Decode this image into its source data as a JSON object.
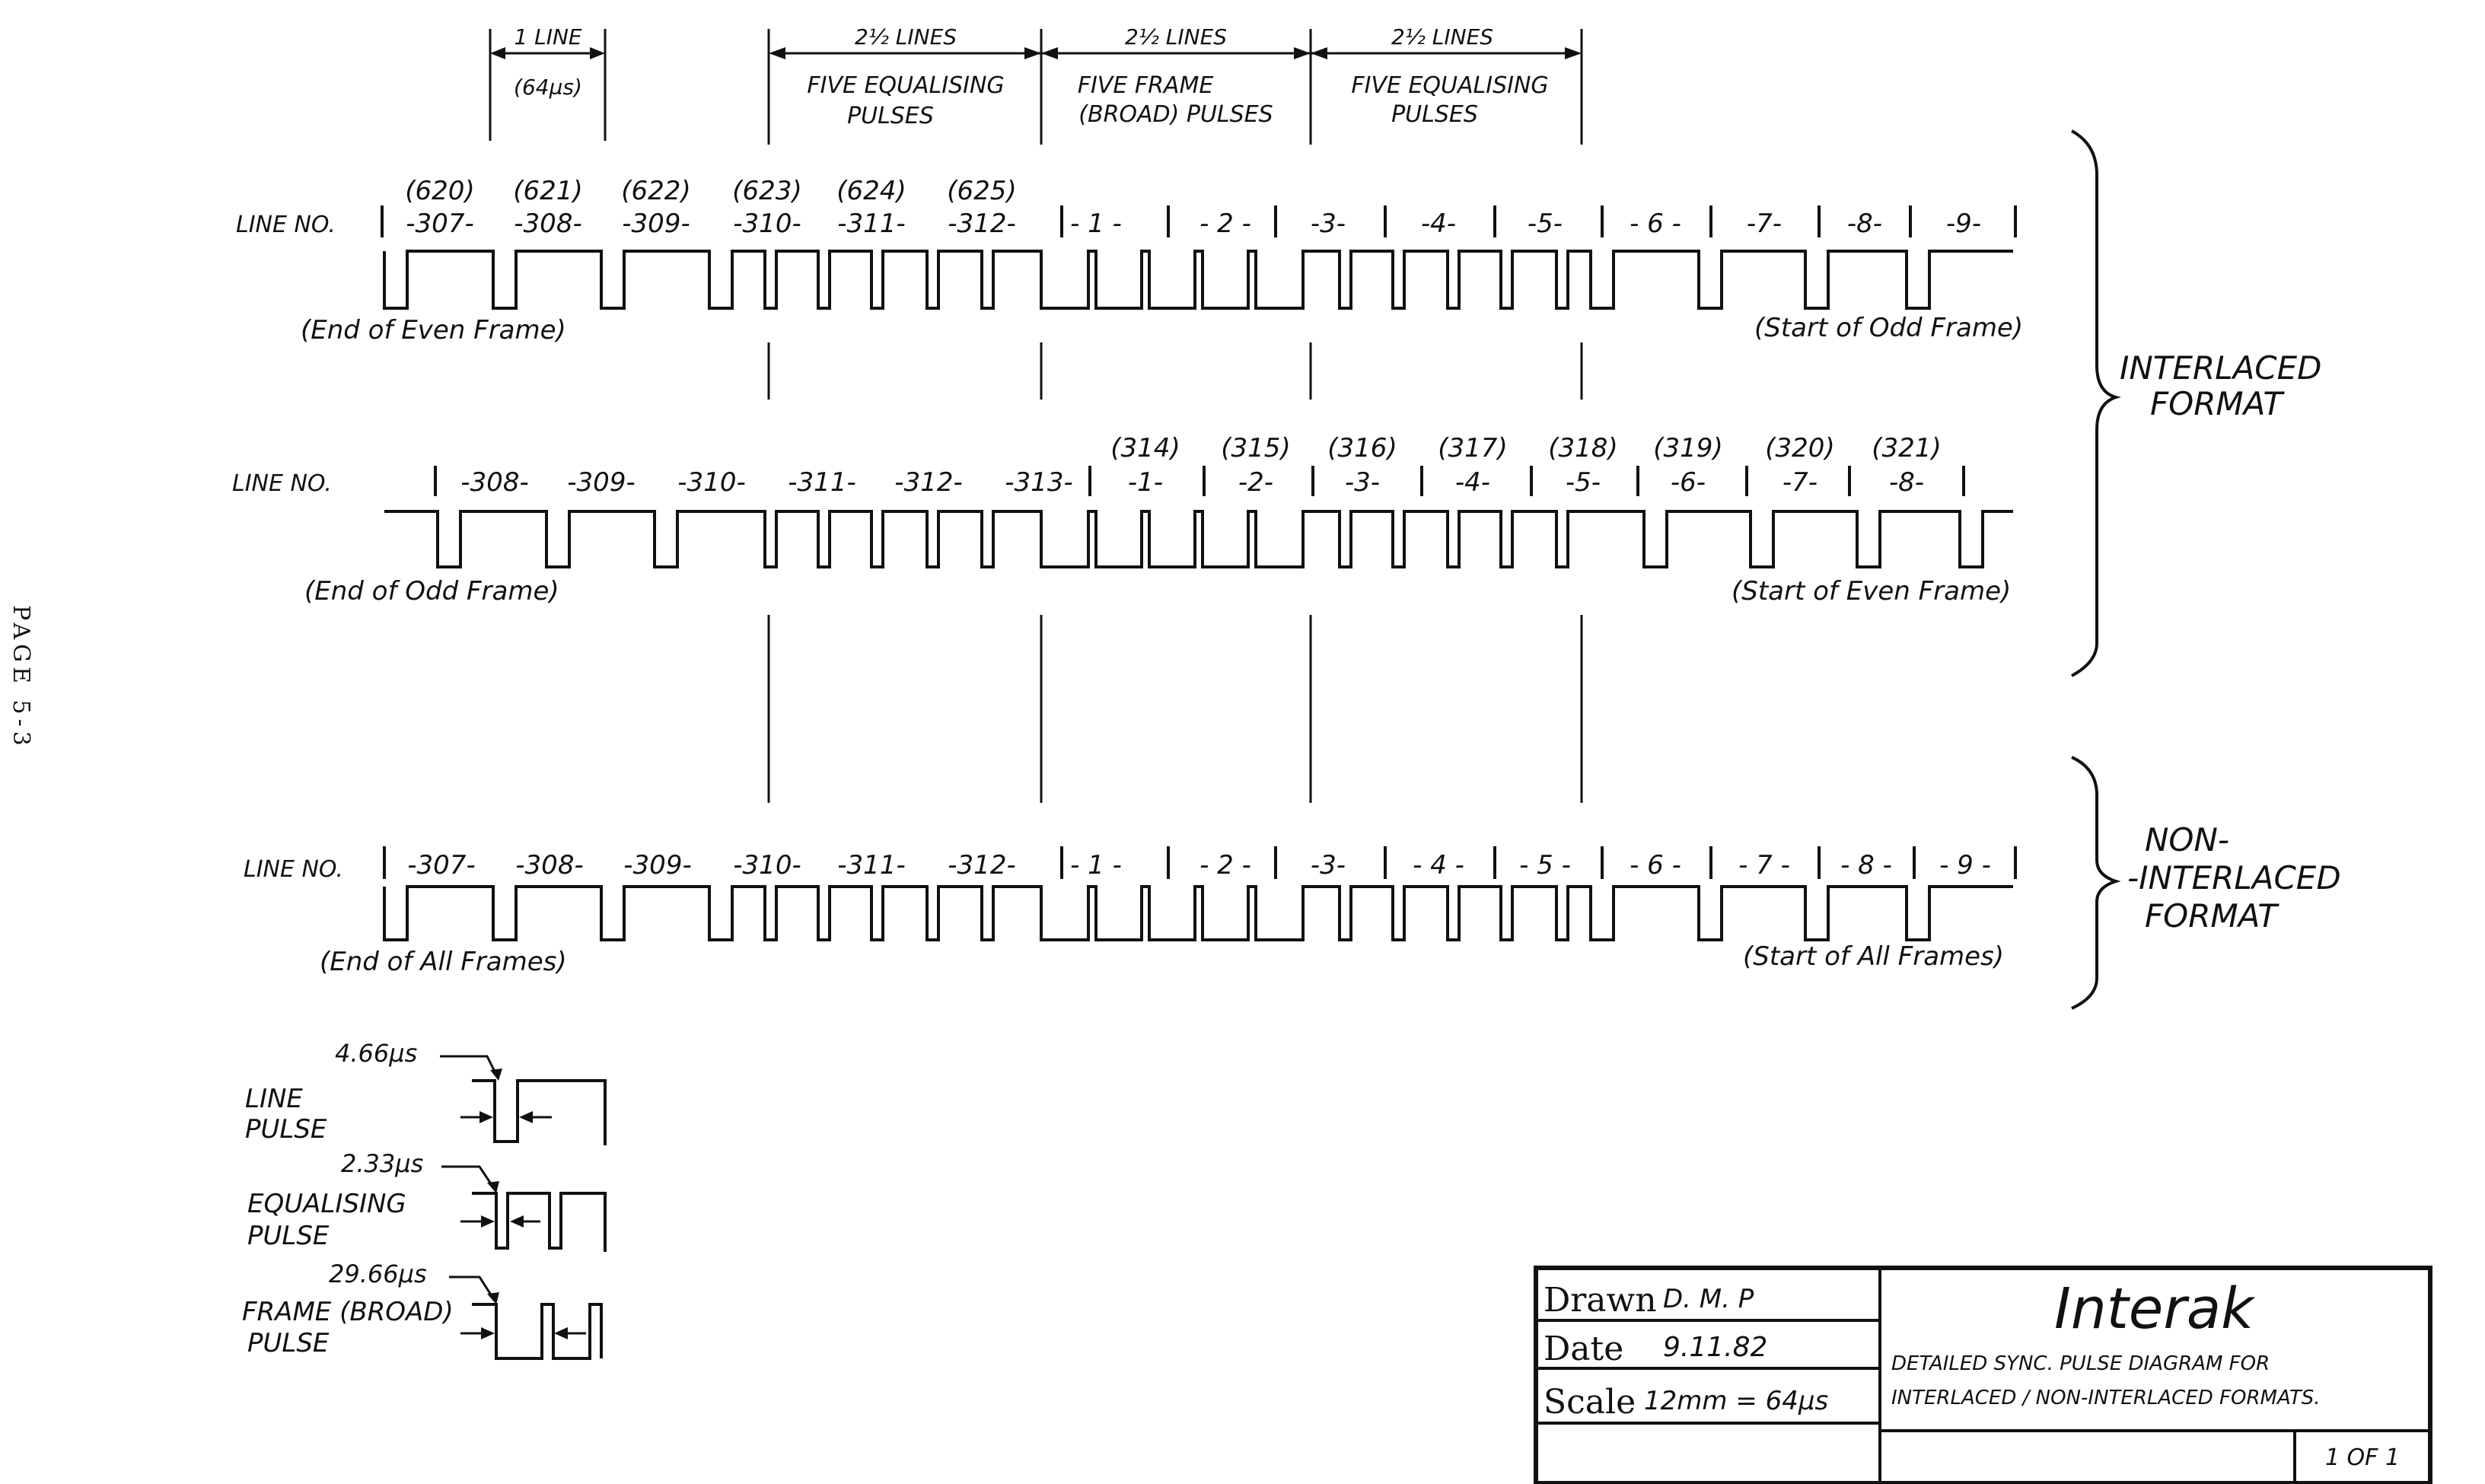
{
  "page_label": "PAGE 5-3",
  "top_annotations": {
    "one_line": "1 LINE",
    "one_line_us": "(64µs)",
    "equal_a_lines": "2½ LINES",
    "equal_a_title1": "FIVE EQUALISING",
    "equal_a_title2": "PULSES",
    "broad_lines": "2½ LINES",
    "broad_title1": "FIVE FRAME",
    "broad_title2": "(BROAD) PULSES",
    "equal_b_lines": "2½ LINES",
    "equal_b_title1": "FIVE EQUALISING",
    "equal_b_title2": "PULSES"
  },
  "line_no_label": "LINE NO.",
  "rows": [
    {
      "id": "interlaced-odd",
      "alt": [
        "(620)",
        "(621)",
        "(622)",
        "(623)",
        "(624)",
        "(625)"
      ],
      "lines": [
        "-307-",
        "-308-",
        "-309-",
        "-310-",
        "-311-",
        "-312-",
        "- 1 -",
        "- 2 -",
        "-3-",
        "-4-",
        "-5-",
        "- 6 -",
        "-7-",
        "-8-",
        "-9-"
      ],
      "left_note": "(End of Even Frame)",
      "right_note": "(Start of Odd Frame)"
    },
    {
      "id": "interlaced-even",
      "alt": [
        "(314)",
        "(315)",
        "(316)",
        "(317)",
        "(318)",
        "(319)",
        "(320)",
        "(321)"
      ],
      "lines": [
        "-308-",
        "-309-",
        "-310-",
        "-311-",
        "-312-",
        "-313-",
        "-1-",
        "-2-",
        "-3-",
        "-4-",
        "-5-",
        "-6-",
        "-7-",
        "-8-"
      ],
      "left_note": "(End of Odd Frame)",
      "right_note": "(Start of Even Frame)"
    },
    {
      "id": "non-interlaced",
      "lines": [
        "-307-",
        "-308-",
        "-309-",
        "-310-",
        "-311-",
        "-312-",
        "- 1 -",
        "- 2 -",
        "-3-",
        "- 4 -",
        "- 5 -",
        "- 6 -",
        "- 7 -",
        "- 8 -",
        "- 9 -"
      ],
      "left_note": "(End of All Frames)",
      "right_note": "(Start of All Frames)"
    }
  ],
  "brackets": {
    "interlaced_1": "INTERLACED",
    "interlaced_2": "FORMAT",
    "non_1": "NON-",
    "non_2": "-INTERLACED",
    "non_3": "FORMAT"
  },
  "legend": {
    "line_time": "4.66µs",
    "line_name1": "LINE",
    "line_name2": "PULSE",
    "eq_time": "2.33µs",
    "eq_name1": "EQUALISING",
    "eq_name2": "PULSE",
    "fr_time": "29.66µs",
    "fr_name1": "FRAME (BROAD)",
    "fr_name2": "PULSE"
  },
  "title_block": {
    "drawn_label": "Drawn",
    "drawn_value": "D. M. P",
    "date_label": "Date",
    "date_value": "9.11.82",
    "scale_label": "Scale",
    "scale_value": "12mm = 64µs",
    "company": "Interak",
    "desc_line1": "DETAILED SYNC. PULSE DIAGRAM FOR",
    "desc_line2": "INTERLACED / NON-INTERLACED FORMATS.",
    "sheet": "1 OF 1"
  }
}
